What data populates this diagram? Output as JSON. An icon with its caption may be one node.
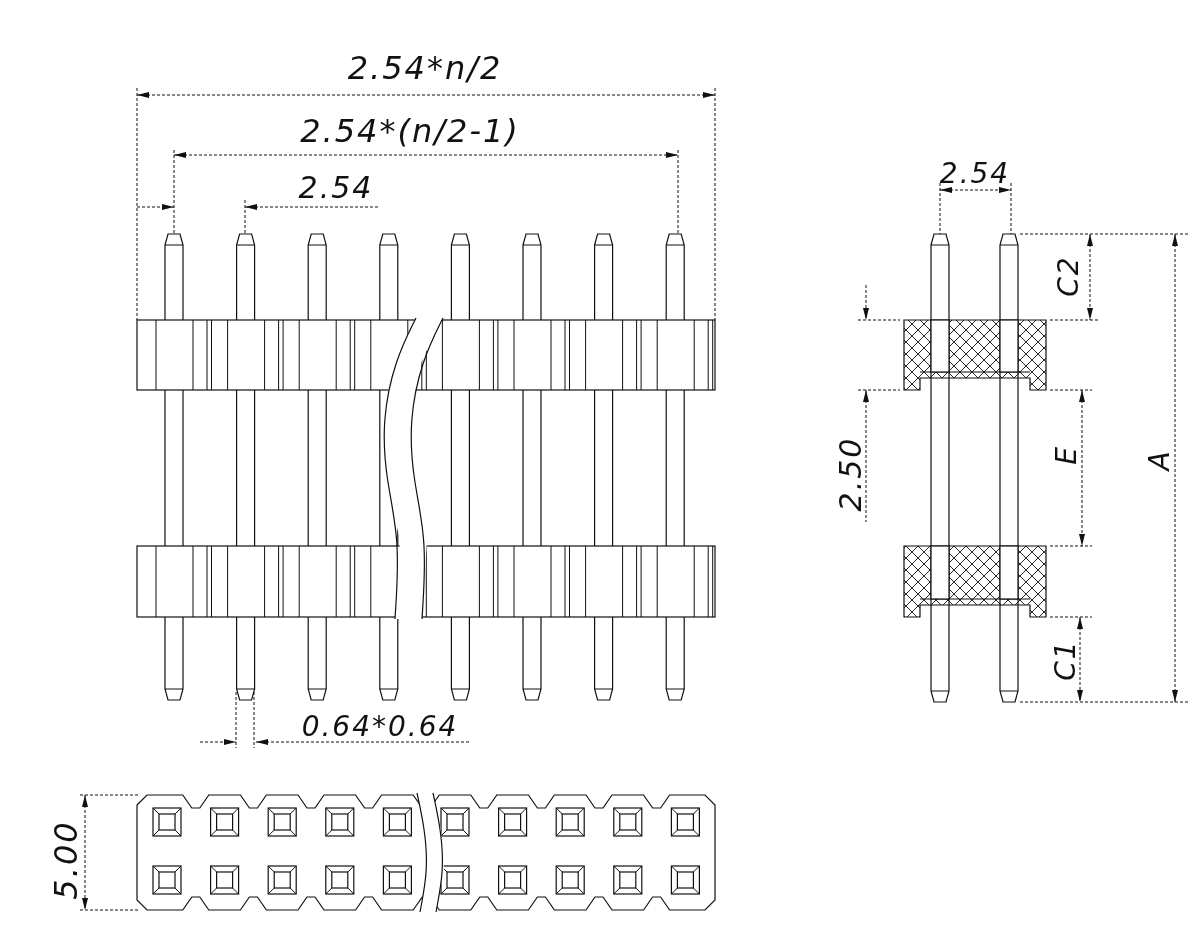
{
  "diagram": {
    "labels": [
      "2.54*n/2",
      "2.54*(n/2-1)",
      "2.54",
      "2.54",
      "C2",
      "2.50",
      "E",
      "A",
      "C1",
      "0.64*0.64",
      "5.00"
    ]
  }
}
